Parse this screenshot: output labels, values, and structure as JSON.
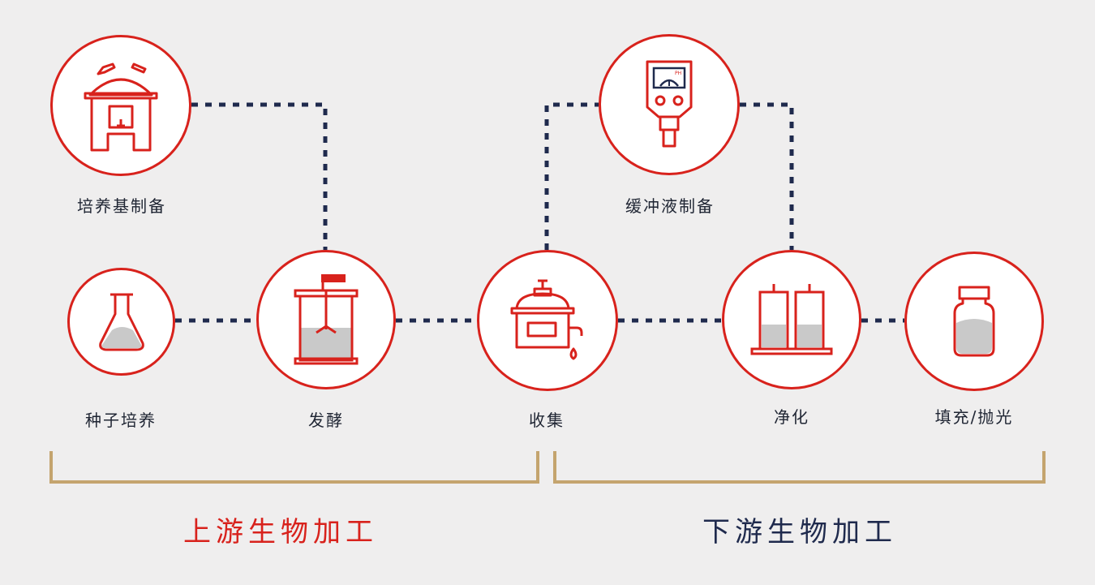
{
  "nodes": {
    "media_prep": {
      "label": "培养基制备"
    },
    "seed_culture": {
      "label": "种子培养"
    },
    "fermentation": {
      "label": "发酵"
    },
    "harvest": {
      "label": "收集"
    },
    "buffer_prep": {
      "label": "缓冲液制备",
      "meter_text": "PH"
    },
    "purification": {
      "label": "净化"
    },
    "fill_finish": {
      "label": "填充/抛光"
    }
  },
  "sections": {
    "upstream": {
      "title": "上游生物加工",
      "color": "#d8221c"
    },
    "downstream": {
      "title": "下游生物加工",
      "color": "#1f2a4d"
    }
  },
  "colors": {
    "accent_red": "#d8221c",
    "navy": "#1f2a4d",
    "gold": "#c4a46e",
    "fill_gray": "#c9c9c9"
  }
}
